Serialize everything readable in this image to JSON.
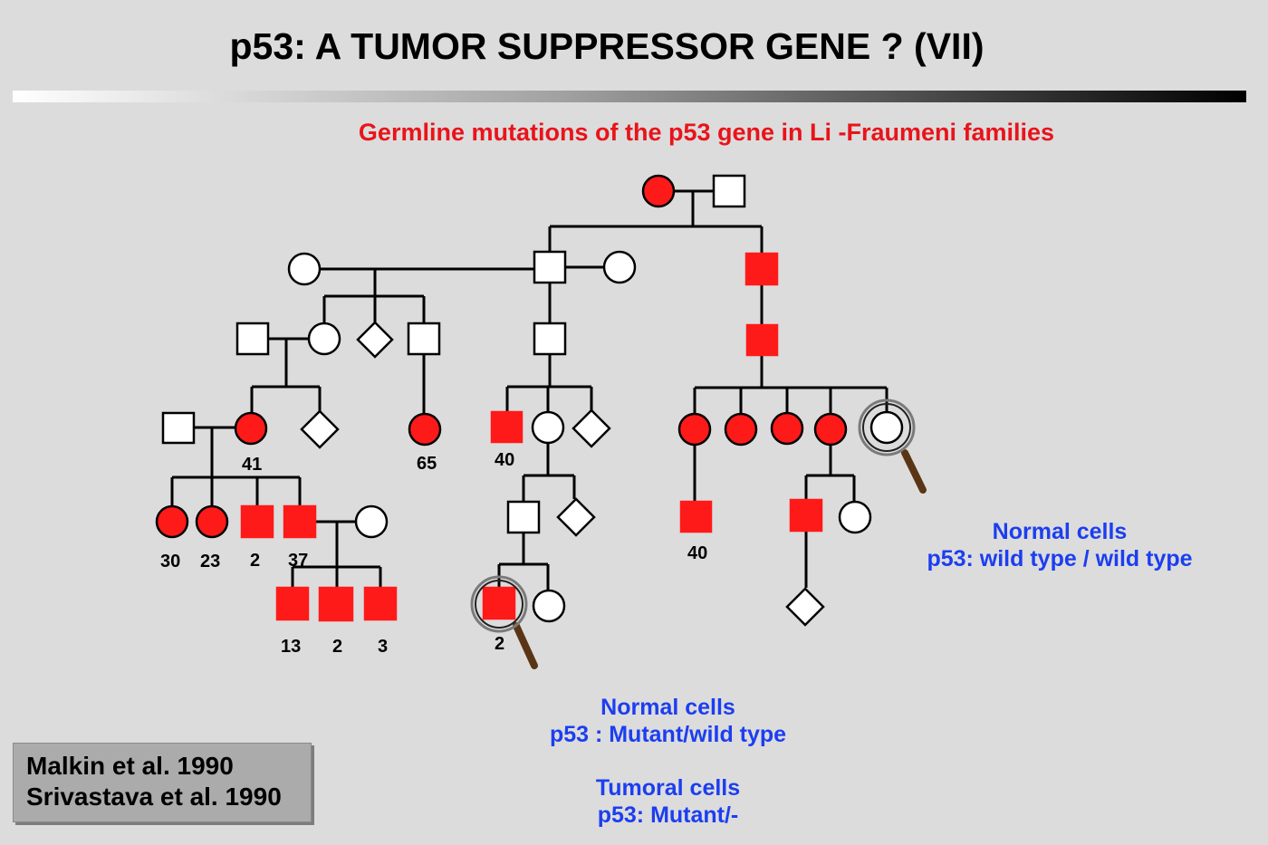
{
  "title": "p53:  A TUMOR SUPPRESSOR GENE ? (VII)",
  "subtitle": "Germline mutations of the p53 gene in Li -Fraumeni families",
  "ages": [
    "41",
    "65",
    "40",
    "40",
    "30",
    "23",
    "2",
    "37",
    "13",
    "2",
    "3",
    "2"
  ],
  "notes": {
    "right_line1": "Normal cells",
    "right_line2": "p53: wild type / wild type",
    "bottom_line1": "Normal cells",
    "bottom_line2": "p53 : Mutant/wild type",
    "bottom_line3": "Tumoral cells",
    "bottom_line4": "p53: Mutant/-"
  },
  "references": [
    "Malkin et al. 1990",
    "Srivastava et al. 1990"
  ],
  "colors": {
    "affected": "#ff1a1a",
    "unaffected": "#ffffff",
    "title_red": "#e8141a",
    "note_blue": "#1c3ef0"
  }
}
